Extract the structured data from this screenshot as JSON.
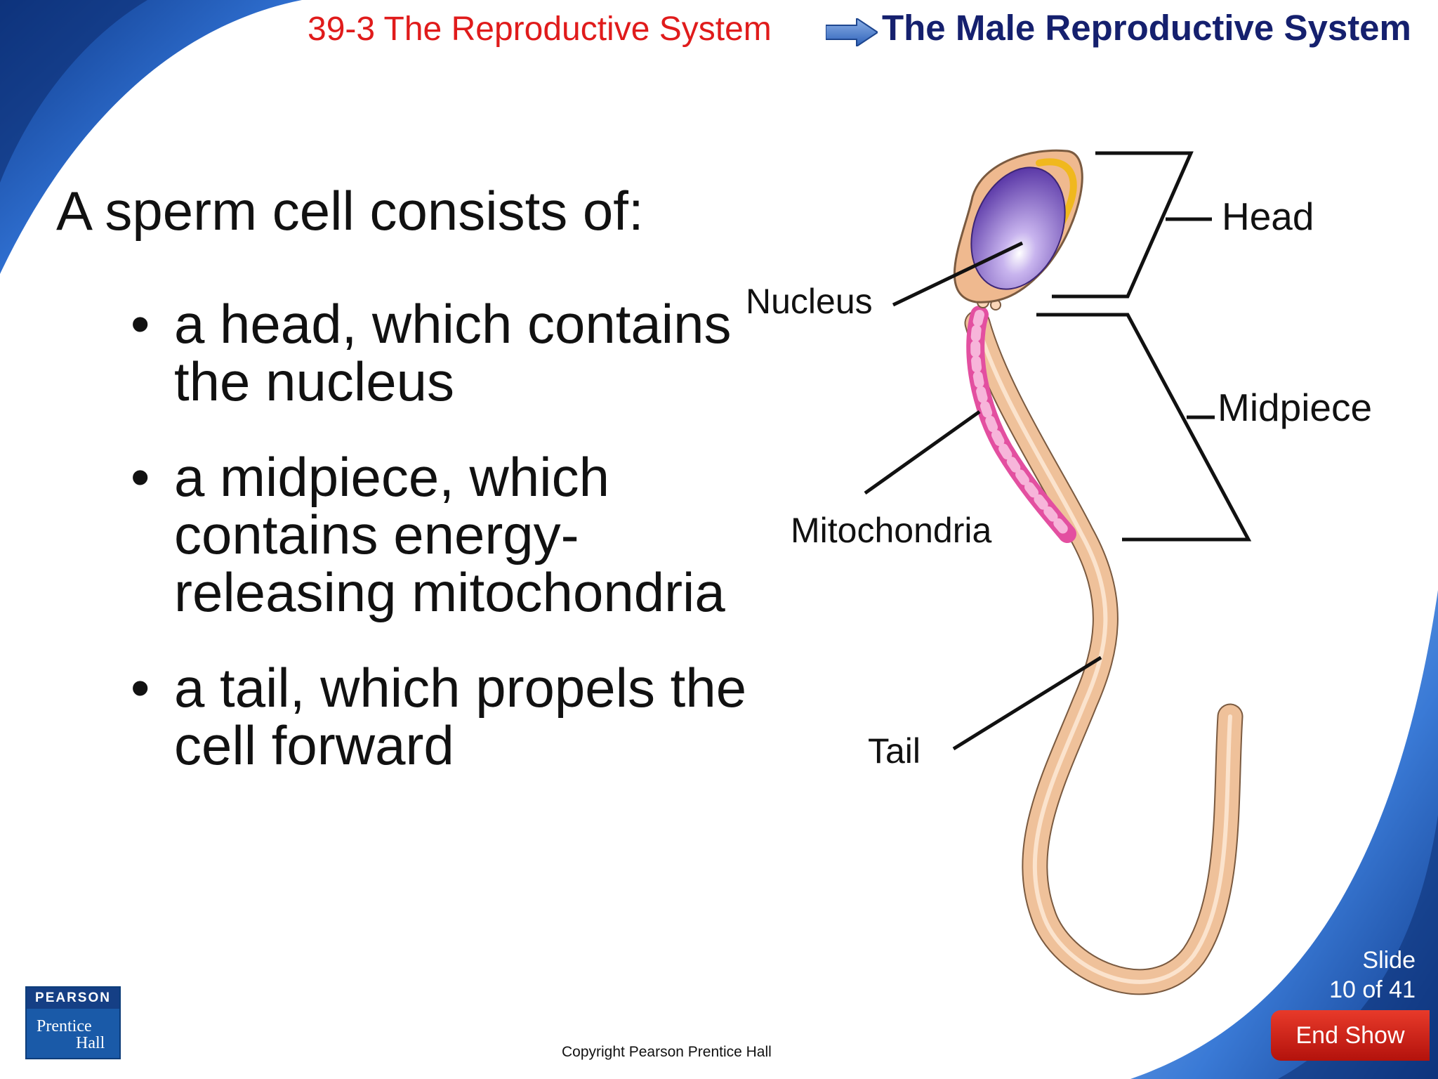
{
  "colors": {
    "header_section": "#e01b1b",
    "header_chapter": "#15206e",
    "end_show": "#c8201a",
    "frame_blue": "#1b4fa0"
  },
  "header": {
    "section": "39-3 The Reproductive System",
    "arrow_icon": "right-arrow-icon",
    "chapter": "The Male Reproductive System"
  },
  "body": {
    "intro": "A sperm cell consists of:",
    "bullet_symbol": "•",
    "bullets": [
      "a head, which contains the nucleus",
      "a midpiece, which contains energy-releasing mitochondria",
      "a tail, which propels the cell forward"
    ]
  },
  "diagram": {
    "labels": {
      "nucleus": "Nucleus",
      "mitochondria": "Mitochondria",
      "tail": "Tail",
      "head": "Head",
      "midpiece": "Midpiece"
    }
  },
  "footer": {
    "slide_word": "Slide",
    "slide_position": "10 of 41",
    "end_show": "End Show",
    "copyright": "Copyright Pearson Prentice Hall",
    "logo": {
      "brand": "PEARSON",
      "line1": "Prentice",
      "line2": "Hall"
    }
  }
}
